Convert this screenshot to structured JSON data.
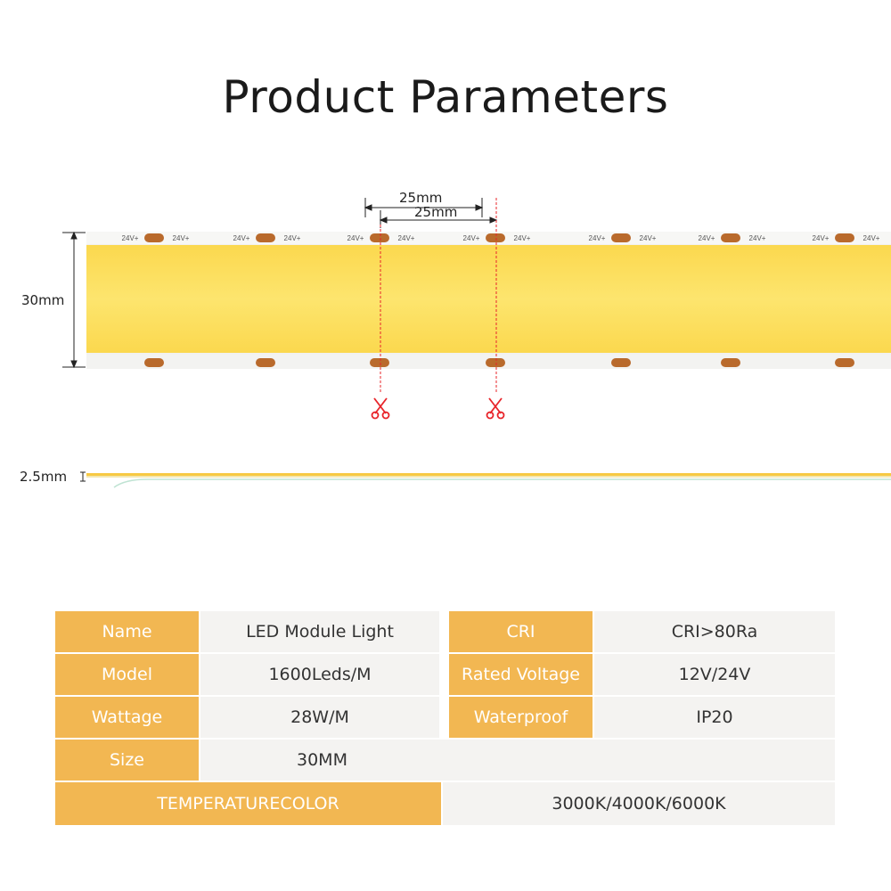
{
  "title": "Product Parameters",
  "dimensions": {
    "cut_spacing_a": "25mm",
    "cut_spacing_b": "25mm",
    "width": "30mm",
    "thickness": "2.5mm"
  },
  "strip": {
    "pad_labels": [
      "24V+",
      "24V+",
      "24V+",
      "24V+",
      "24V+",
      "24V+",
      "24V+",
      "24V+",
      "24V+",
      "24V+",
      "24V+",
      "24V+",
      "24V+",
      "24V+"
    ],
    "cut_icons": [
      "scissors-icon",
      "scissors-icon"
    ]
  },
  "specs": {
    "name_label": "Name",
    "name_value": "LED Module Light",
    "cri_label": "CRI",
    "cri_value": "CRI>80Ra",
    "model_label": "Model",
    "model_value": "1600Leds/M",
    "voltage_label": "Rated Voltage",
    "voltage_value": "12V/24V",
    "wattage_label": "Wattage",
    "wattage_value": "28W/M",
    "waterproof_label": "Waterproof",
    "waterproof_value": "IP20",
    "size_label": "Size",
    "size_value": "30MM",
    "temperature_label": "TEMPERATURECOLOR",
    "temperature_value": "3000K/4000K/6000K"
  },
  "colors": {
    "label_bg": "#f2b752",
    "value_bg": "#f4f3f1",
    "cob_yellow": "#fde36a",
    "cut_line": "#e8242a",
    "copper_pad": "#b96a2c"
  }
}
